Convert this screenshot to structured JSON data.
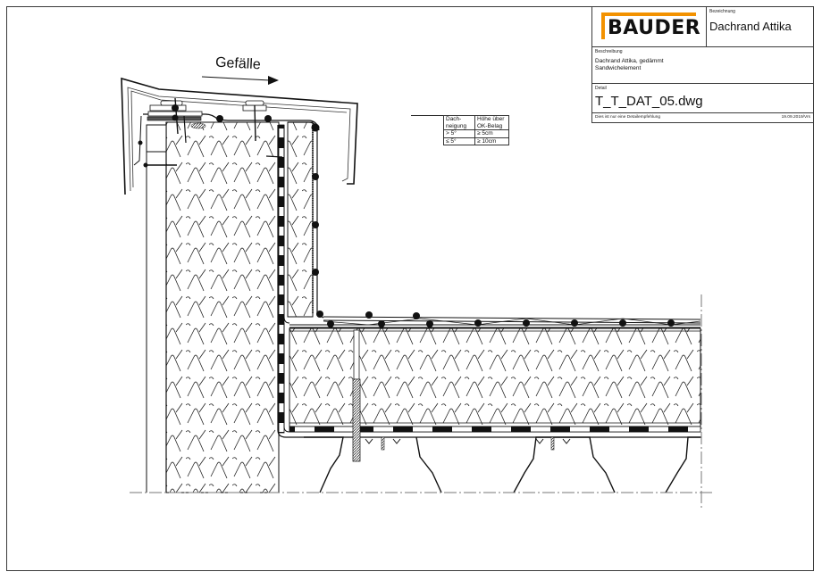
{
  "title_block": {
    "logo_text": "BAUDER",
    "logo_color": "#f39200",
    "bezeichnung_label": "Bezeichnung",
    "bezeichnung_value": "Dachrand Attika",
    "beschreibung_label": "Beschreibung",
    "beschreibung_line1": "Dachrand Attika, gedämmt",
    "beschreibung_line2": "Sandwichelement",
    "detail_label": "Detail",
    "detail_value": "T_T_DAT_05.dwg",
    "footer_note": "Dies ist nur eine Detailempfehlung",
    "footer_date": "19.09.2019/Vrs"
  },
  "drawing": {
    "slope_label": "Gefälle",
    "slope_table": {
      "headers": [
        "Dach-\nneigung",
        "Höhe über\nOK-Belag"
      ],
      "header_col1_line1": "Dach-",
      "header_col1_line2": "neigung",
      "header_col2_line1": "Höhe über",
      "header_col2_line2": "OK-Belag",
      "rows": [
        {
          "neigung": "> 5°",
          "hoehe": "≥ 5cm"
        },
        {
          "neigung": "≤ 5°",
          "hoehe": "≥ 10cm"
        }
      ]
    }
  }
}
